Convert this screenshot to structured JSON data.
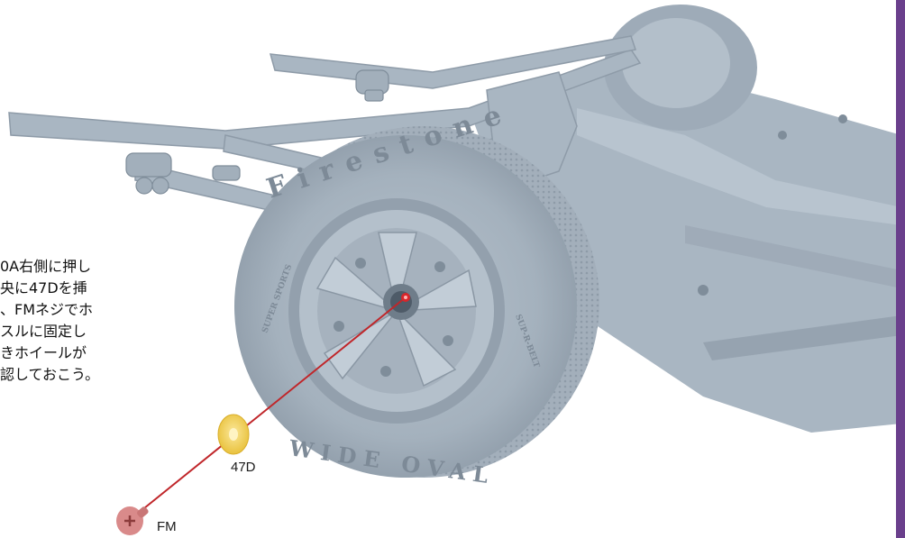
{
  "instruction": {
    "lines": [
      "0A右側に押し",
      "央に47Dを挿",
      "、FMネジでホ",
      "スルに固定し",
      "きホイールが",
      "認しておこう。"
    ]
  },
  "parts": {
    "washer_label": "47D",
    "screw_label": "FM"
  },
  "tire": {
    "brand_text": "Firestone",
    "sidewall_text": "WIDE OVAL",
    "sidewall_small_left": "SUPER SPORTS",
    "sidewall_small_right": "SUP-R-BELT"
  },
  "colors": {
    "model_gray": "#a9b6c2",
    "model_shadow": "#7f8d9a",
    "tire_dark": "#9aa7b3",
    "guide_line": "#c0262a",
    "washer": "#f2d35a",
    "screw": "#d98a8a",
    "accent_strip": "#6a3f8c"
  },
  "icons": {
    "washer": "washer-icon",
    "screw": "screw-icon",
    "target": "hub-target-icon"
  }
}
